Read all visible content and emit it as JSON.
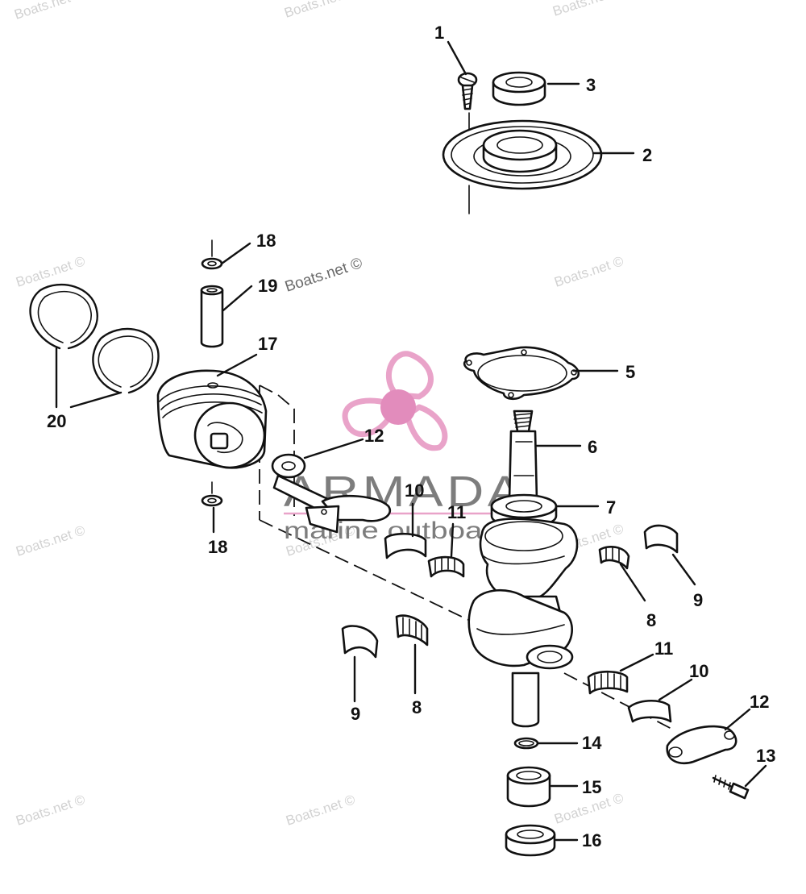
{
  "watermarks": {
    "boats_net": "Boats.net ©"
  },
  "logo": {
    "brand": "ARMADA",
    "tagline": "marine outboards",
    "accent_color": "#e9a3c9"
  },
  "callouts": [
    {
      "id": "c1",
      "label": "1"
    },
    {
      "id": "c2",
      "label": "2"
    },
    {
      "id": "c3",
      "label": "3"
    },
    {
      "id": "c5",
      "label": "5"
    },
    {
      "id": "c6",
      "label": "6"
    },
    {
      "id": "c7",
      "label": "7"
    },
    {
      "id": "c8a",
      "label": "8"
    },
    {
      "id": "c8b",
      "label": "8"
    },
    {
      "id": "c9a",
      "label": "9"
    },
    {
      "id": "c9b",
      "label": "9"
    },
    {
      "id": "c10a",
      "label": "10"
    },
    {
      "id": "c10b",
      "label": "10"
    },
    {
      "id": "c11a",
      "label": "11"
    },
    {
      "id": "c11b",
      "label": "11"
    },
    {
      "id": "c12a",
      "label": "12"
    },
    {
      "id": "c12b",
      "label": "12"
    },
    {
      "id": "c13",
      "label": "13"
    },
    {
      "id": "c14",
      "label": "14"
    },
    {
      "id": "c15",
      "label": "15"
    },
    {
      "id": "c16",
      "label": "16"
    },
    {
      "id": "c17",
      "label": "17"
    },
    {
      "id": "c18a",
      "label": "18"
    },
    {
      "id": "c18b",
      "label": "18"
    },
    {
      "id": "c19",
      "label": "19"
    },
    {
      "id": "c20",
      "label": "20"
    }
  ]
}
